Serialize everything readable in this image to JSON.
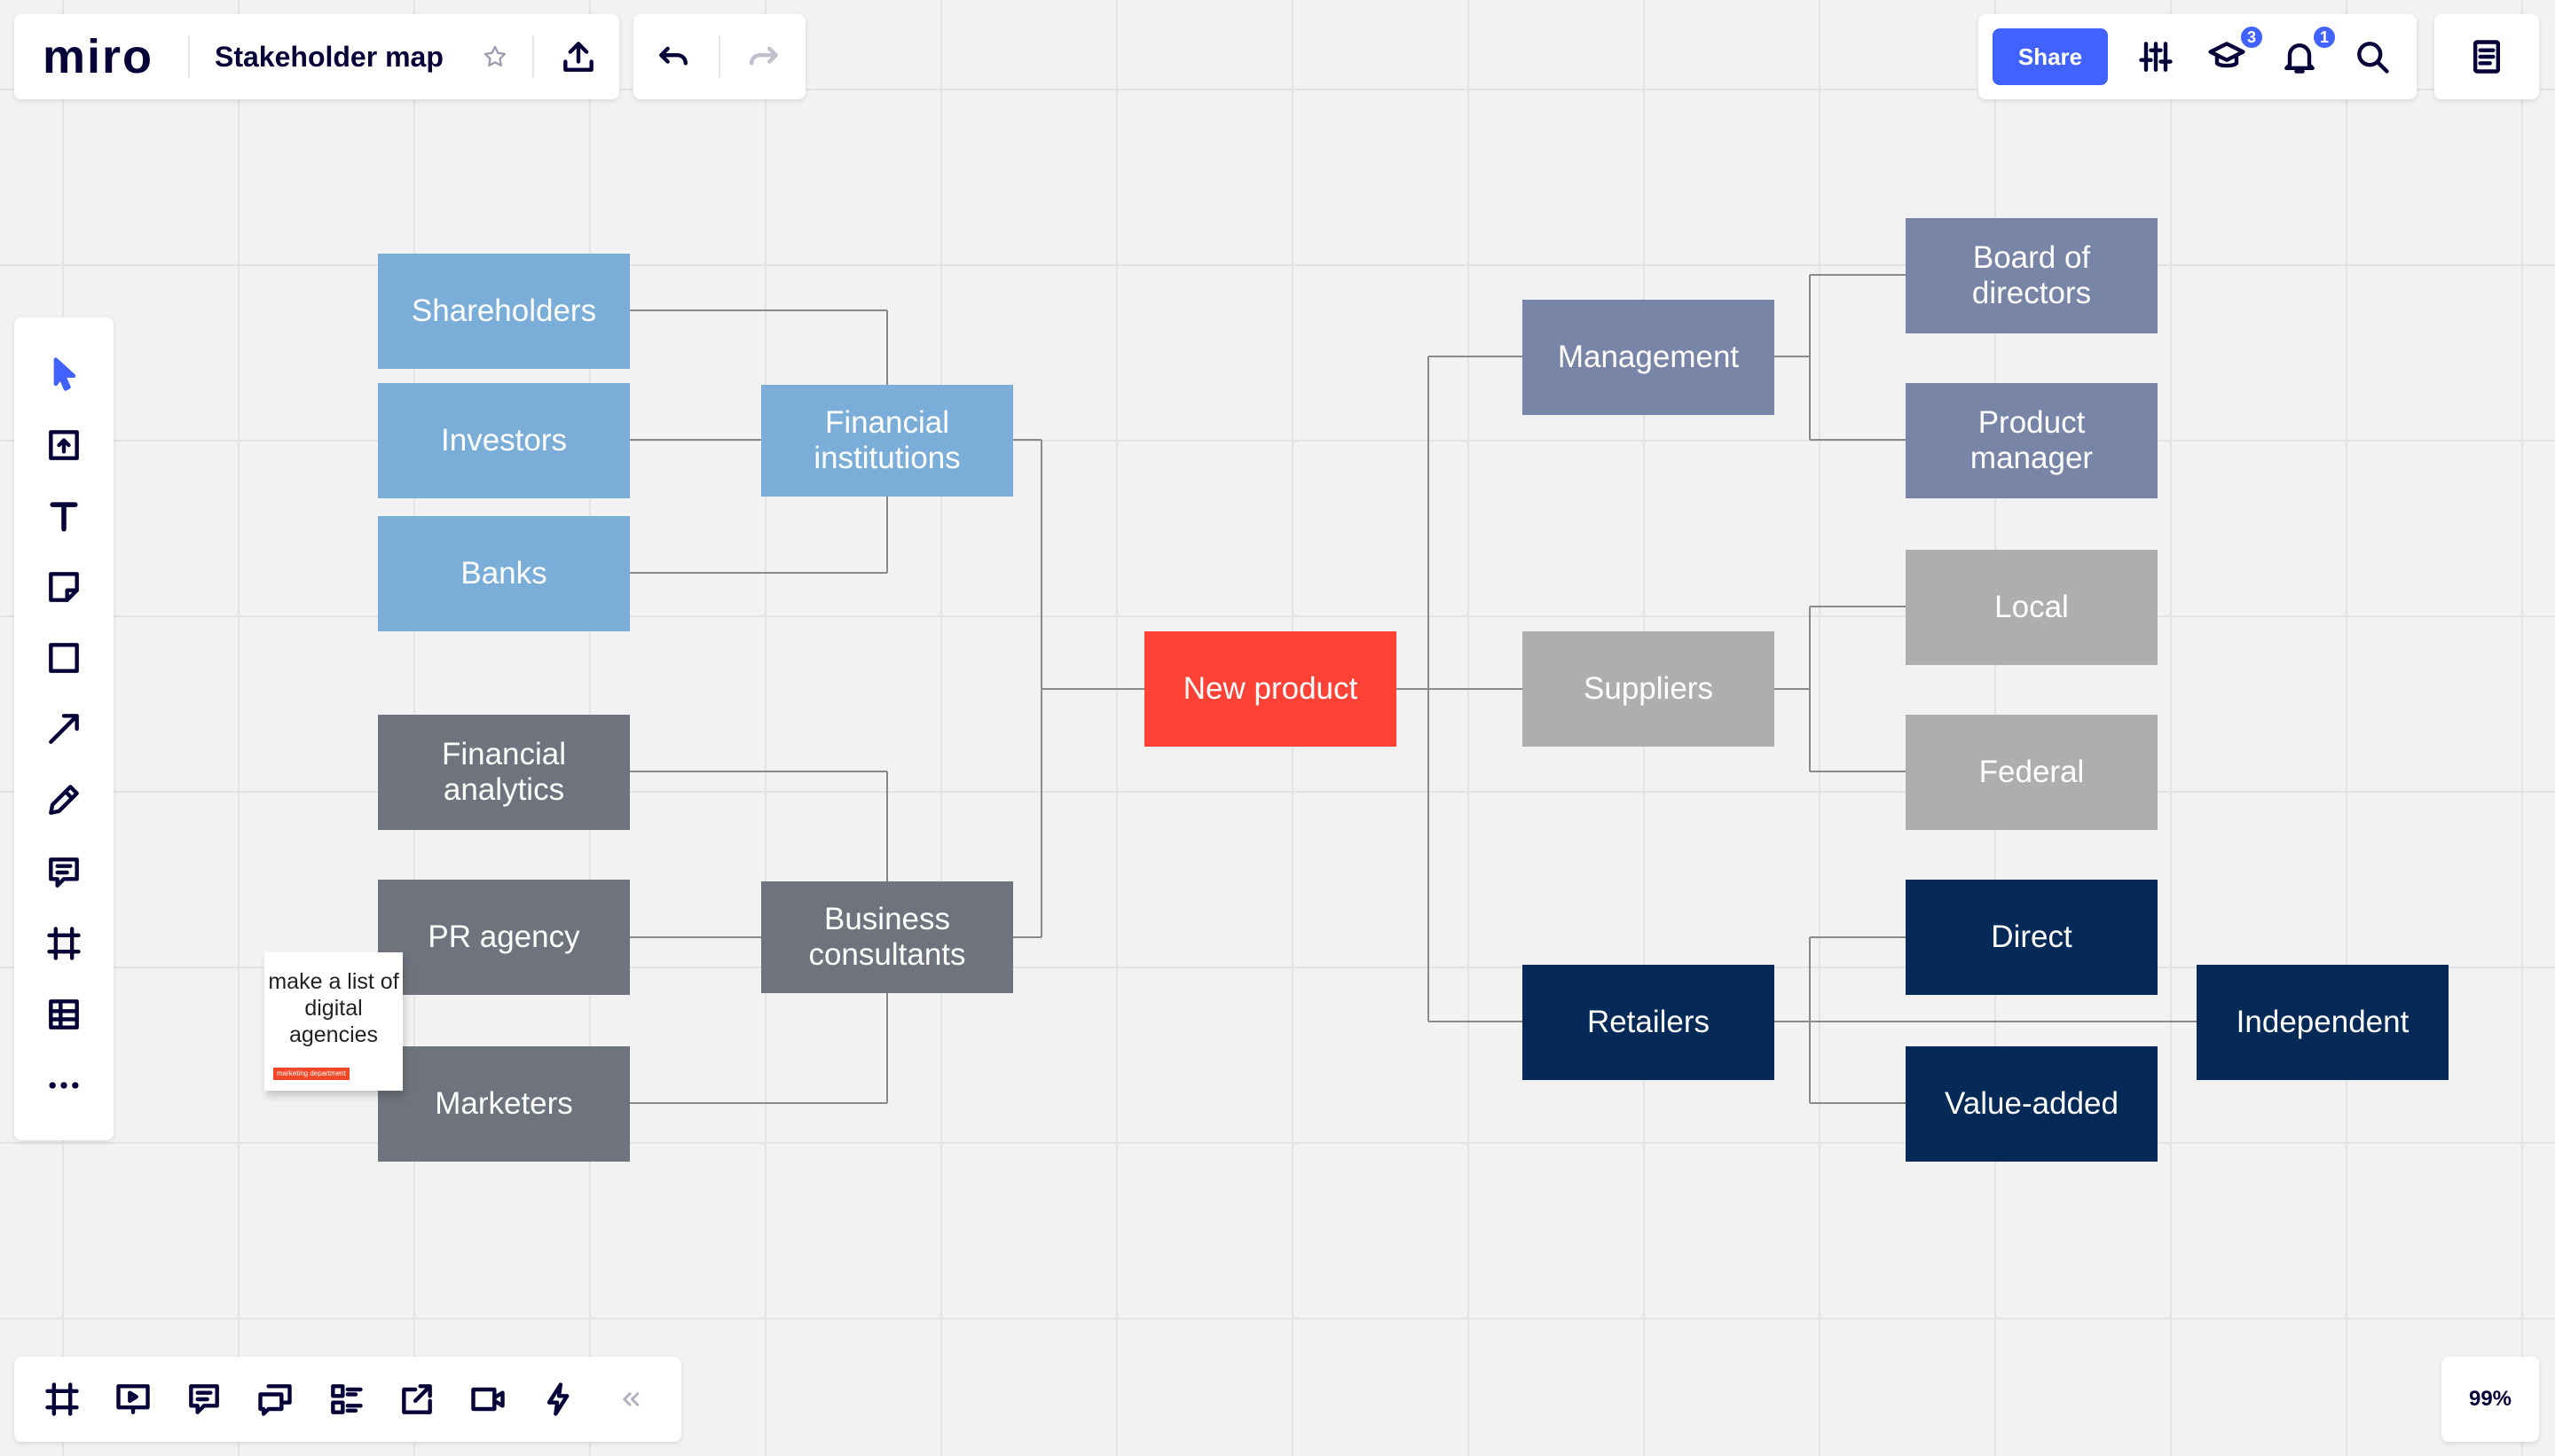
{
  "app": {
    "logo": "miro",
    "board_title": "Stakeholder map"
  },
  "header": {
    "share_label": "Share",
    "learning_badge": "3",
    "notifications_badge": "1"
  },
  "zoom": {
    "level": "99%"
  },
  "colors": {
    "accent": "#4262ff",
    "financial_blue": "#7aadd7",
    "consultant_gray": "#6e737d",
    "management_slate": "#7885a7",
    "supplier_gray": "#aeaeae",
    "retailer_navy": "#062a58",
    "center_red": "#ff4136"
  },
  "canvas": {
    "center": "New product",
    "left_top": {
      "group": "Financial institutions",
      "items": [
        "Shareholders",
        "Investors",
        "Banks"
      ]
    },
    "left_bottom": {
      "group": "Business consultants",
      "items": [
        "Financial analytics",
        "PR agency",
        "Marketers"
      ]
    },
    "right": {
      "management": {
        "label": "Management",
        "items": [
          "Board of directors",
          "Product manager"
        ]
      },
      "suppliers": {
        "label": "Suppliers",
        "items": [
          "Local",
          "Federal"
        ]
      },
      "retailers": {
        "label": "Retailers",
        "items": [
          "Direct",
          "Independent",
          "Value-added"
        ]
      }
    }
  },
  "sticky_note": {
    "text": "make a list of digital agencies",
    "tag": "marketing department"
  },
  "left_toolbar": [
    "select",
    "upload",
    "text",
    "sticky-note",
    "shape",
    "connection-line",
    "pen",
    "comment",
    "frame",
    "table",
    "more"
  ],
  "bottom_toolbar": [
    "frames",
    "presentation",
    "comments",
    "chat",
    "cards",
    "share-screen",
    "video",
    "integrations",
    "collapse"
  ]
}
